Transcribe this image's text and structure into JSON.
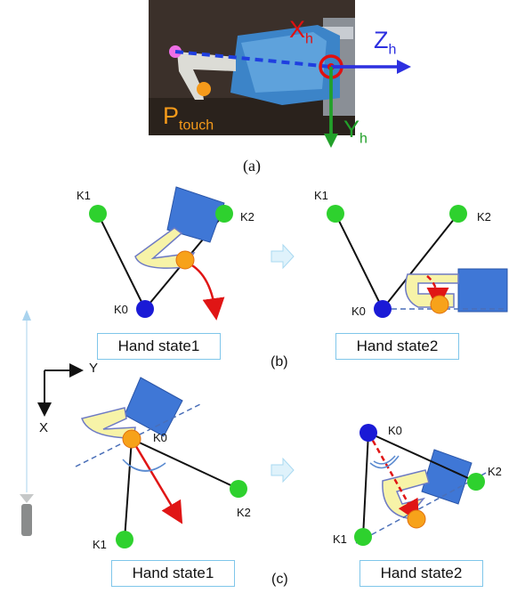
{
  "panel_a": {
    "caption": "(a)",
    "labels": {
      "xh": "X",
      "xh_sub": "h",
      "zh": "Z",
      "zh_sub": "h",
      "yh": "Y",
      "yh_sub": "h",
      "ptouch": "P",
      "ptouch_sub": "touch"
    }
  },
  "panel_b": {
    "caption": "(b)",
    "left": {
      "title": "Hand state1",
      "k0": "K0",
      "k1": "K1",
      "k2": "K2"
    },
    "right": {
      "title": "Hand state2",
      "k0": "K0",
      "k1": "K1",
      "k2": "K2"
    }
  },
  "panel_c": {
    "caption": "(c)",
    "axes": {
      "y": "Y",
      "x": "X"
    },
    "left": {
      "title": "Hand state1",
      "k0": "K0",
      "k1": "K1",
      "k2": "K2"
    },
    "right": {
      "title": "Hand state2",
      "k0": "K0",
      "k1": "K1",
      "k2": "K2"
    }
  },
  "colors": {
    "node_green": "#2ed12e",
    "node_blue": "#1a1ad6",
    "touch_orange": "#f7a21a",
    "hand_blue": "#3f77d6",
    "finger_yellow": "#f7f3a8",
    "arrow_red": "#e01515",
    "label_border": "#7fc6ea"
  }
}
